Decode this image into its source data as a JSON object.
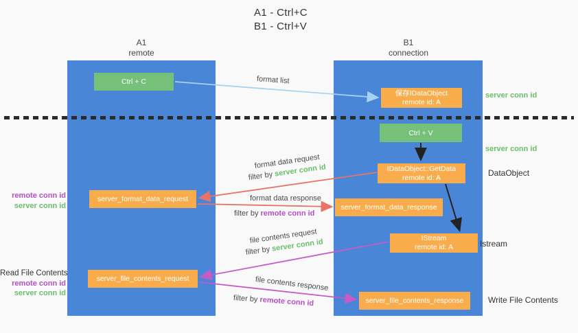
{
  "title": {
    "line1": "A1 - Ctrl+C",
    "line2": "B1 - Ctrl+V"
  },
  "lifelines": {
    "a1": {
      "name": "A1",
      "role": "remote"
    },
    "b1": {
      "name": "B1",
      "role": "connection"
    }
  },
  "nodes": {
    "ctrl_c": "Ctrl + C",
    "save_idataobject": {
      "title": "保存IDataObject",
      "subtitle": "remote id: A"
    },
    "ctrl_v": "Ctrl + V",
    "getdata": {
      "title": "IDataObject::GetData",
      "subtitle": "remote id: A"
    },
    "format_request": "server_format_data_request",
    "format_response": "server_format_data_response",
    "istream": {
      "title": "IStream",
      "subtitle": "remote id: A"
    },
    "file_request": "server_file_contents_request",
    "file_response": "server_file_contents_response"
  },
  "terms": {
    "filter_by": "filter by",
    "server_conn_id": "server conn id",
    "remote_conn_id": "remote conn id"
  },
  "arrow_labels": {
    "format_list": "format list",
    "format_data_request": "format data request",
    "format_data_response": "format data response",
    "file_contents_request": "file contents request",
    "file_contents_response": "file contents response"
  },
  "side_labels": {
    "server_conn_id_top": "server conn id",
    "server_conn_id_mid": "server conn id",
    "dataobject": "DataObject",
    "istream": "Istream",
    "read_file_contents": "Read File Contents",
    "write_file_contents": "Write File Contents"
  },
  "colors": {
    "lifeline_blue": "#4a86d8",
    "action_green": "#76c17a",
    "message_orange": "#f9ac4b",
    "arrow_light_blue": "#a8d2f0",
    "arrow_red": "#e87369",
    "arrow_magenta": "#c85ac8",
    "arrow_black": "#222222",
    "text_green": "#6abf69",
    "text_purple": "#b44fc4"
  }
}
